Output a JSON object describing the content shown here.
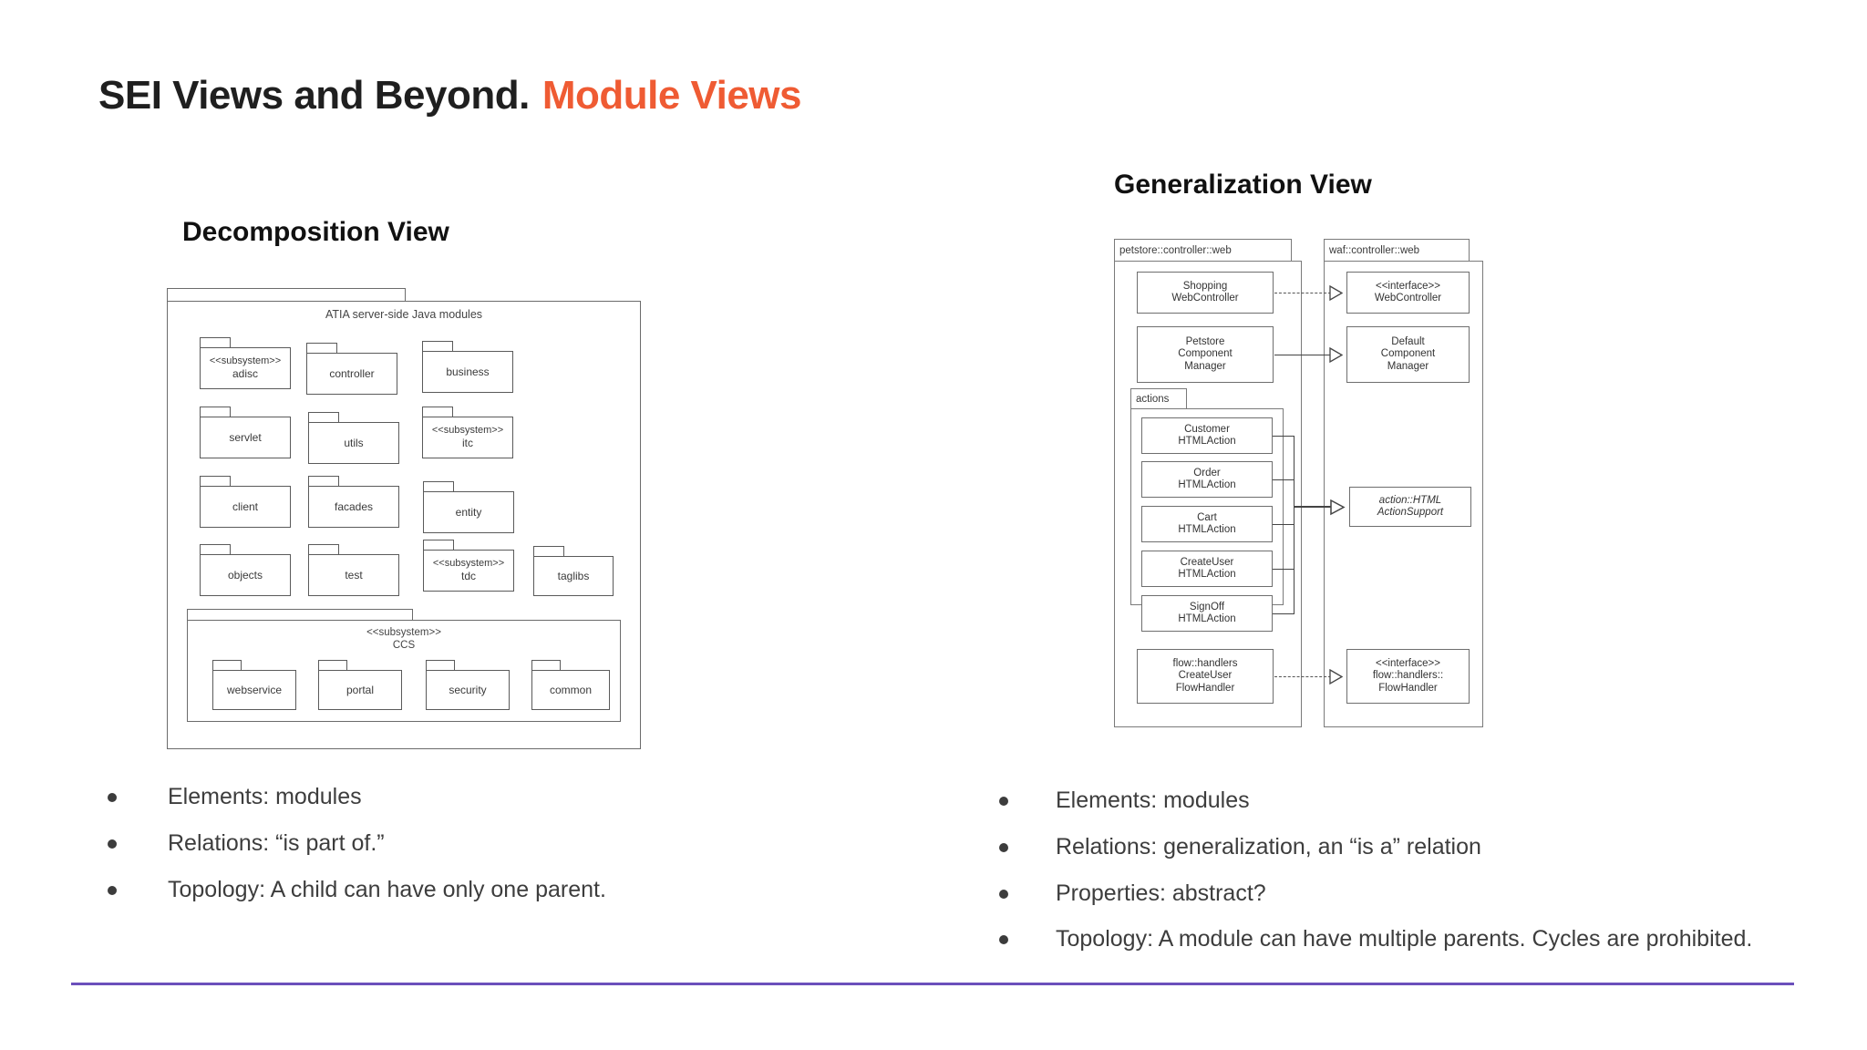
{
  "title": {
    "main": "SEI Views and Beyond.",
    "accent": "Module Views"
  },
  "sections": {
    "decomposition": {
      "heading": "Decomposition View"
    },
    "generalization": {
      "heading": "Generalization View"
    }
  },
  "decomposition_diagram": {
    "caption": "ATIA server-side Java modules",
    "packages": [
      {
        "stereotype": "<<subsystem>>",
        "name": "adisc"
      },
      {
        "stereotype": "",
        "name": "controller"
      },
      {
        "stereotype": "",
        "name": "business"
      },
      {
        "stereotype": "",
        "name": "servlet"
      },
      {
        "stereotype": "",
        "name": "utils"
      },
      {
        "stereotype": "<<subsystem>>",
        "name": "itc"
      },
      {
        "stereotype": "",
        "name": "client"
      },
      {
        "stereotype": "",
        "name": "facades"
      },
      {
        "stereotype": "",
        "name": "entity"
      },
      {
        "stereotype": "",
        "name": "objects"
      },
      {
        "stereotype": "",
        "name": "test"
      },
      {
        "stereotype": "<<subsystem>>",
        "name": "tdc"
      },
      {
        "stereotype": "",
        "name": "taglibs"
      }
    ],
    "ccs_group": {
      "stereotype": "<<subsystem>>",
      "name": "CCS",
      "packages": [
        {
          "name": "webservice"
        },
        {
          "name": "portal"
        },
        {
          "name": "security"
        },
        {
          "name": "common"
        }
      ]
    }
  },
  "generalization_diagram": {
    "left_package": "petstore::controller::web",
    "right_package": "waf::controller::web",
    "inner_package": "actions",
    "classes": {
      "shopping_web_controller": "Shopping\nWebController",
      "petstore_component_manager": "Petstore\nComponent\nManager",
      "web_controller_interface": "<<interface>>\nWebController",
      "default_component_manager": "Default\nComponent\nManager",
      "customer_html_action": "Customer\nHTMLAction",
      "order_html_action": "Order\nHTMLAction",
      "cart_html_action": "Cart\nHTMLAction",
      "create_user_html_action": "CreateUser\nHTMLAction",
      "sign_off_html_action": "SignOff\nHTMLAction",
      "html_action_support": "action::HTML\nActionSupport",
      "create_user_flow_handler": "flow::handlers\nCreateUser\nFlowHandler",
      "flow_handler_interface": "<<interface>>\nflow::handlers::\nFlowHandler"
    }
  },
  "decomposition_bullets": [
    "Elements: modules",
    "Relations:  “is part of.”",
    "Topology: A child can have only one parent."
  ],
  "generalization_bullets": [
    "Elements: modules",
    "Relations: generalization, an “is a” relation",
    "Properties: abstract?",
    "Topology: A module can have multiple parents. Cycles are prohibited."
  ],
  "colors": {
    "accent": "#ef5b33",
    "rule": "#6b4fbb",
    "text": "#3d3d3d"
  }
}
